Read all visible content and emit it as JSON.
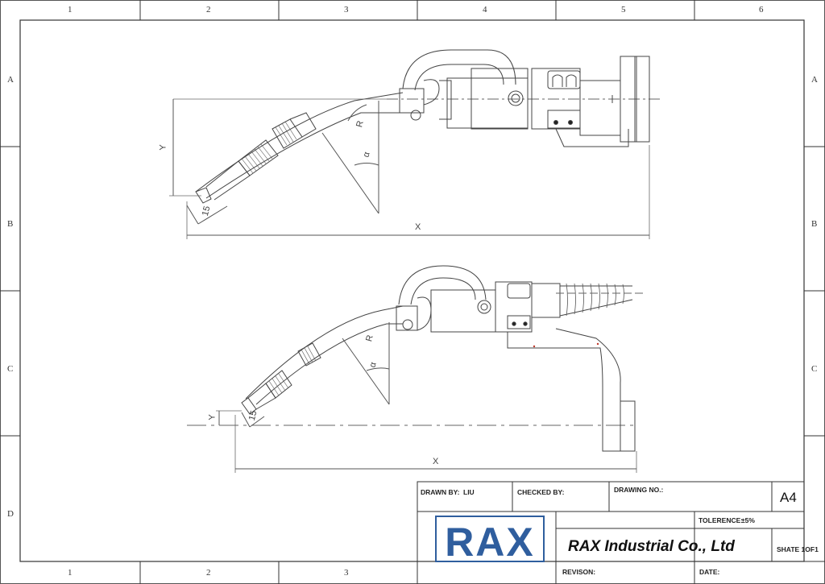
{
  "frame": {
    "columns": [
      "1",
      "2",
      "3",
      "4",
      "5",
      "6"
    ],
    "bottom_columns": [
      "1",
      "2",
      "3"
    ],
    "rows": [
      "A",
      "B",
      "C",
      "D"
    ]
  },
  "dimensions": {
    "top_view": {
      "x": "X",
      "y": "Y",
      "angle": "α",
      "radius": "R",
      "length": "15"
    },
    "bottom_view": {
      "x": "X",
      "y": "Y",
      "angle": "α",
      "radius": "R",
      "length": "15"
    }
  },
  "title_block": {
    "drawn_by_label": "DRAWN BY:",
    "drawn_by_value": "LIU",
    "checked_by_label": "CHECKED BY:",
    "drawing_no_label": "DRAWING NO.:",
    "paper_size": "A4",
    "tolerance_label": "TOLERENCE:",
    "tolerance_value": "±5%",
    "logo_text": "RAX",
    "company": "RAX Industrial Co., Ltd",
    "sheet": "SHATE 1OF1",
    "revision_label": "REVISON:",
    "date_label": "DATE:"
  },
  "colors": {
    "line": "#333333",
    "logo_blue": "#2f5e9e",
    "accent_red": "#c0392b"
  }
}
